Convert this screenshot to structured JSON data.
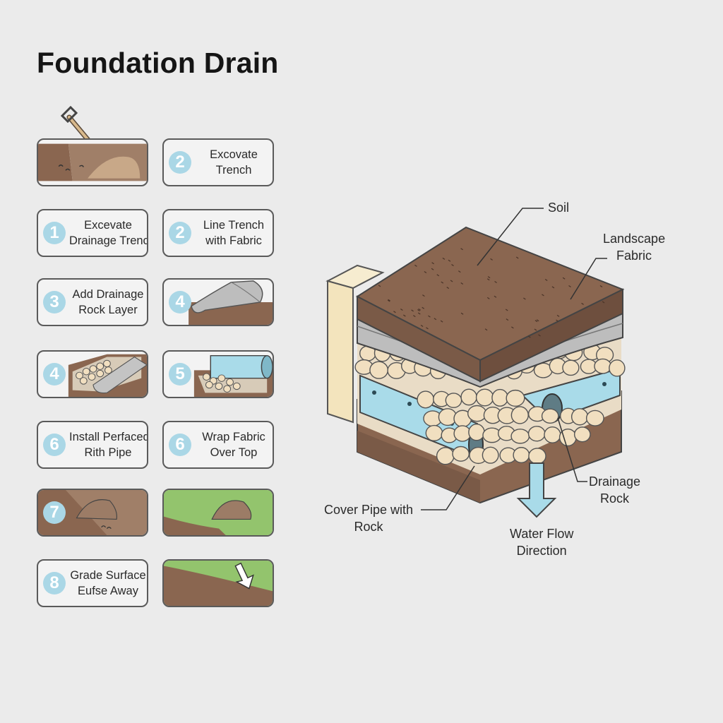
{
  "title": "Foundation Drain",
  "steps": [
    {
      "num": "",
      "line1": "",
      "line2": ""
    },
    {
      "num": "2",
      "line1": "Excovate",
      "line2": "Trench"
    },
    {
      "num": "1",
      "line1": "Excevate",
      "line2": "Drainage Trench"
    },
    {
      "num": "2",
      "line1": "Line Trench",
      "line2": "with Fabric"
    },
    {
      "num": "3",
      "line1": "Add Drainage",
      "line2": "Rock Layer"
    },
    {
      "num": "4",
      "line1": "",
      "line2": ""
    },
    {
      "num": "4",
      "line1": "",
      "line2": ""
    },
    {
      "num": "5",
      "line1": "",
      "line2": ""
    },
    {
      "num": "6",
      "line1": "Install Perfaced",
      "line2": "Rith Pipe"
    },
    {
      "num": "6",
      "line1": "Wrap Fabric",
      "line2": "Over Top"
    },
    {
      "num": "7",
      "line1": "",
      "line2": ""
    },
    {
      "num": "",
      "line1": "",
      "line2": ""
    },
    {
      "num": "8",
      "line1": "Grade Surface",
      "line2": "Eufse Away"
    },
    {
      "num": "",
      "line1": "",
      "line2": ""
    }
  ],
  "labels": {
    "soil": "Soil",
    "fabric_1": "Landscape",
    "fabric_2": "Fabric",
    "rock_1": "Drainage",
    "rock_2": "Rock",
    "cover_1": "Cover Pipe with",
    "cover_2": "Rock",
    "flow_1": "Water Flow",
    "flow_2": "Direction"
  },
  "colors": {
    "soil": "#8a6650",
    "soil_dark": "#6e4f3e",
    "fabric": "#bdbdbd",
    "rock": "#f1dfc0",
    "pipe": "#a9dbe9",
    "grass": "#93c46d",
    "badge": "#aad7e6",
    "board": "#f3e4bd"
  }
}
